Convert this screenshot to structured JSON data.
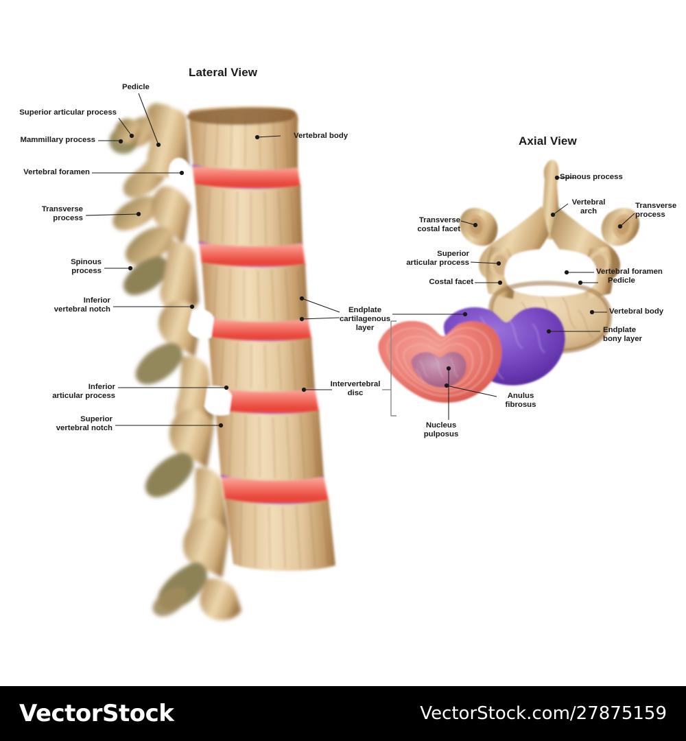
{
  "figure": {
    "lateral_title": "Lateral View",
    "axial_title": "Axial View"
  },
  "colors": {
    "bone_light": "#f0dcb4",
    "bone_mid": "#d8b584",
    "bone_dark": "#a8804f",
    "bone_shadow": "#7e5c35",
    "bone_olive": "#8f8557",
    "disc_red": "#ef5a4e",
    "disc_red_light": "#f79087",
    "endplate_purple": "#7d3fd0",
    "purple_disc": "#7b4fc4",
    "purple_disc_dark": "#5b2f9e",
    "nucleus": "#b06a8e",
    "anulus": "#e8776e",
    "label_text": "#1a1a1a",
    "leader": "#1a1a1a",
    "bracket": "#808080",
    "footer_bg": "#000000",
    "footer_text": "#ffffff"
  },
  "lateral_labels": [
    {
      "id": "pedicle",
      "text": "Pedicle"
    },
    {
      "id": "superior-articular-process",
      "text": "Superior articular process"
    },
    {
      "id": "mammillary-process",
      "text": "Mammillary process"
    },
    {
      "id": "vertebral-foramen",
      "text": "Vertebral foramen"
    },
    {
      "id": "transverse-process",
      "text": "Transverse\nprocess"
    },
    {
      "id": "spinous-process",
      "text": "Spinous\nprocess"
    },
    {
      "id": "inferior-vertebral-notch",
      "text": "Inferior\nvertebral notch"
    },
    {
      "id": "inferior-articular-process",
      "text": "Inferior\narticular process"
    },
    {
      "id": "superior-vertebral-notch",
      "text": "Superior\nvertebral notch"
    },
    {
      "id": "vertebral-body",
      "text": "Vertebral body"
    },
    {
      "id": "endplate-cartilagenous-layer",
      "text": "Endplate\ncartilagenous\nlayer"
    },
    {
      "id": "intervertebral-disc",
      "text": "Intervertebral\ndisc"
    }
  ],
  "axial_labels": [
    {
      "id": "spinous-process",
      "text": "Spinous process"
    },
    {
      "id": "vertebral-arch",
      "text": "Vertebral\narch"
    },
    {
      "id": "transverse-process",
      "text": "Transverse\nprocess"
    },
    {
      "id": "transverse-costal-facet",
      "text": "Transverse\ncostal facet"
    },
    {
      "id": "superior-articular-process",
      "text": "Superior\narticular process"
    },
    {
      "id": "costal-facet",
      "text": "Costal facet"
    },
    {
      "id": "vertebral-foramen",
      "text": "Vertebral foramen"
    },
    {
      "id": "pedicle",
      "text": "Pedicle"
    },
    {
      "id": "vertebral-body",
      "text": "Vertebral body"
    },
    {
      "id": "endplate-bony-layer",
      "text": "Endplate\nbony layer"
    }
  ],
  "disc_labels": [
    {
      "id": "anulus-fibrosus",
      "text": "Anulus\nfibrosus"
    },
    {
      "id": "nucleus-pulposus",
      "text": "Nucleus\npulposus"
    }
  ],
  "footer": {
    "brand": "VectorStock",
    "url": "VectorStock.com/27875159"
  }
}
